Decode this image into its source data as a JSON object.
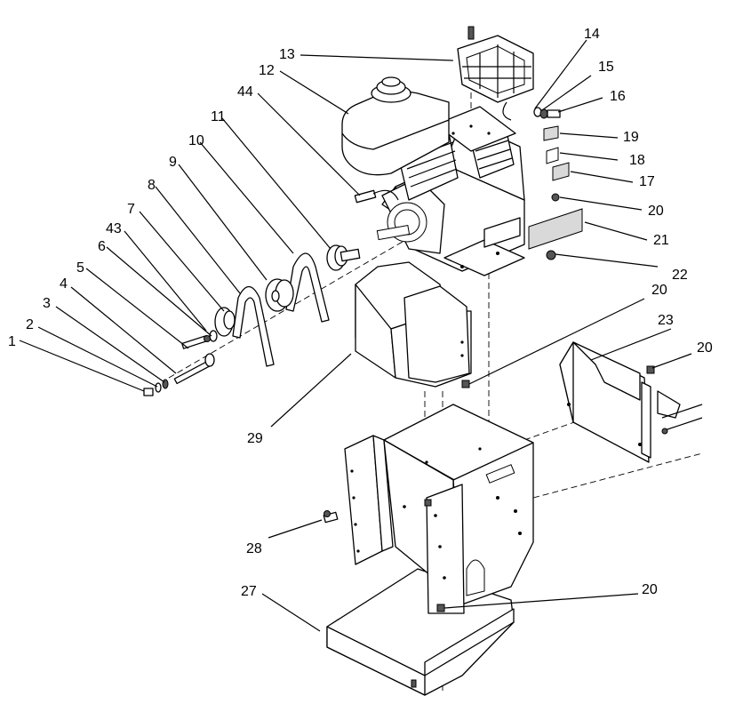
{
  "callouts": [
    {
      "id": "c1",
      "text": "1"
    },
    {
      "id": "c2",
      "text": "2"
    },
    {
      "id": "c3",
      "text": "3"
    },
    {
      "id": "c4",
      "text": "4"
    },
    {
      "id": "c5",
      "text": "5"
    },
    {
      "id": "c6",
      "text": "6"
    },
    {
      "id": "c43",
      "text": "43"
    },
    {
      "id": "c7",
      "text": "7"
    },
    {
      "id": "c8",
      "text": "8"
    },
    {
      "id": "c9",
      "text": "9"
    },
    {
      "id": "c10",
      "text": "10"
    },
    {
      "id": "c11",
      "text": "11"
    },
    {
      "id": "c44",
      "text": "44"
    },
    {
      "id": "c12",
      "text": "12"
    },
    {
      "id": "c13",
      "text": "13"
    },
    {
      "id": "c14",
      "text": "14"
    },
    {
      "id": "c15",
      "text": "15"
    },
    {
      "id": "c16",
      "text": "16"
    },
    {
      "id": "c19",
      "text": "19"
    },
    {
      "id": "c18",
      "text": "18"
    },
    {
      "id": "c17",
      "text": "17"
    },
    {
      "id": "c20a",
      "text": "20"
    },
    {
      "id": "c21",
      "text": "21"
    },
    {
      "id": "c22",
      "text": "22"
    },
    {
      "id": "c20b",
      "text": "20"
    },
    {
      "id": "c23",
      "text": "23"
    },
    {
      "id": "c20c",
      "text": "20"
    },
    {
      "id": "c29",
      "text": "29"
    },
    {
      "id": "c28",
      "text": "28"
    },
    {
      "id": "c27",
      "text": "27"
    },
    {
      "id": "c20d",
      "text": "20"
    }
  ]
}
